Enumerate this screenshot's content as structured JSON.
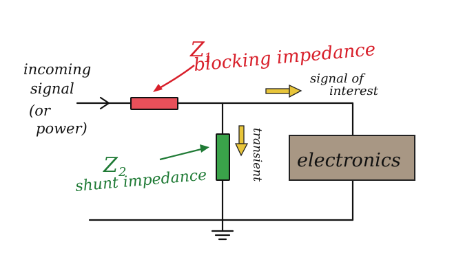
{
  "labels": {
    "input_line1": "incoming",
    "input_line2": "signal",
    "input_line3": "(or",
    "input_line4": "power)",
    "z1_symbol": "Z",
    "z1_subscript": "1",
    "z1_desc": "blocking impedance",
    "signal_line1": "signal of",
    "signal_line2": "interest",
    "z2_symbol": "Z",
    "z2_subscript": "2",
    "z2_desc": "shunt impedance",
    "transient": "transient",
    "electronics": "electronics"
  },
  "colors": {
    "z1_resistor": "#e8505a",
    "z1_text": "#d81f2a",
    "z2_resistor": "#3aa34a",
    "z2_text": "#1f7a35",
    "arrow_fill": "#e8c53a",
    "electronics_box": "#a89784"
  }
}
